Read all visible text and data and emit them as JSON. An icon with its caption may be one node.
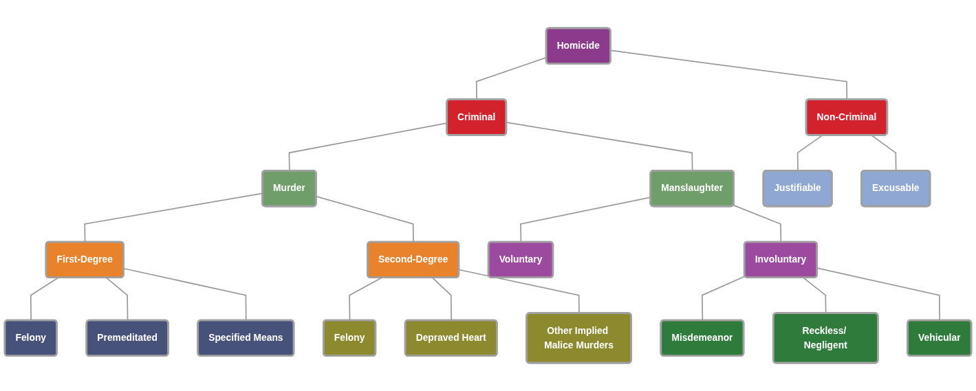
{
  "diagram": {
    "nodes": [
      {
        "text": [
          "Homicide"
        ]
      },
      {
        "text": [
          "Criminal"
        ]
      },
      {
        "text": [
          "Non-Criminal"
        ]
      },
      {
        "text": [
          "Murder"
        ]
      },
      {
        "text": [
          "Manslaughter"
        ]
      },
      {
        "text": [
          "Justifiable"
        ]
      },
      {
        "text": [
          "Excusable"
        ]
      },
      {
        "text": [
          "First-Degree"
        ]
      },
      {
        "text": [
          "Second-Degree"
        ]
      },
      {
        "text": [
          "Voluntary"
        ]
      },
      {
        "text": [
          "Involuntary"
        ]
      },
      {
        "text": [
          "Felony"
        ]
      },
      {
        "text": [
          "Premeditated"
        ]
      },
      {
        "text": [
          "Specified Means"
        ]
      },
      {
        "text": [
          "Felony"
        ]
      },
      {
        "text": [
          "Depraved Heart"
        ]
      },
      {
        "text": [
          "Other Implied Malice Murders"
        ]
      },
      {
        "text": [
          "Misdemeanor"
        ]
      },
      {
        "text": [
          "Reckless/ Negligent"
        ]
      },
      {
        "text": [
          "Vehicular"
        ]
      }
    ],
    "edges": [
      {
        "from": 0,
        "to": 1,
        "arrow": "none"
      },
      {
        "from": 0,
        "to": 2,
        "arrow": "none"
      },
      {
        "from": 1,
        "to": 3,
        "arrow": "none"
      },
      {
        "from": 1,
        "to": 4,
        "arrow": "none"
      },
      {
        "from": 2,
        "to": 5,
        "arrow": "none"
      },
      {
        "from": 2,
        "to": 6,
        "arrow": "none"
      },
      {
        "from": 3,
        "to": 7,
        "arrow": "none"
      },
      {
        "from": 3,
        "to": 8,
        "arrow": "none"
      },
      {
        "from": 4,
        "to": 9,
        "arrow": "none"
      },
      {
        "from": 4,
        "to": 10,
        "arrow": "none"
      },
      {
        "from": 7,
        "to": 11,
        "arrow": "none"
      },
      {
        "from": 7,
        "to": 12,
        "arrow": "none"
      },
      {
        "from": 7,
        "to": 13,
        "arrow": "none"
      },
      {
        "from": 8,
        "to": 14,
        "arrow": "none"
      },
      {
        "from": 8,
        "to": 15,
        "arrow": "none"
      },
      {
        "from": 8,
        "to": 16,
        "arrow": "none"
      },
      {
        "from": 10,
        "to": 17,
        "arrow": "none"
      },
      {
        "from": 10,
        "to": 18,
        "arrow": "none"
      },
      {
        "from": 10,
        "to": 19,
        "arrow": "none"
      }
    ]
  }
}
